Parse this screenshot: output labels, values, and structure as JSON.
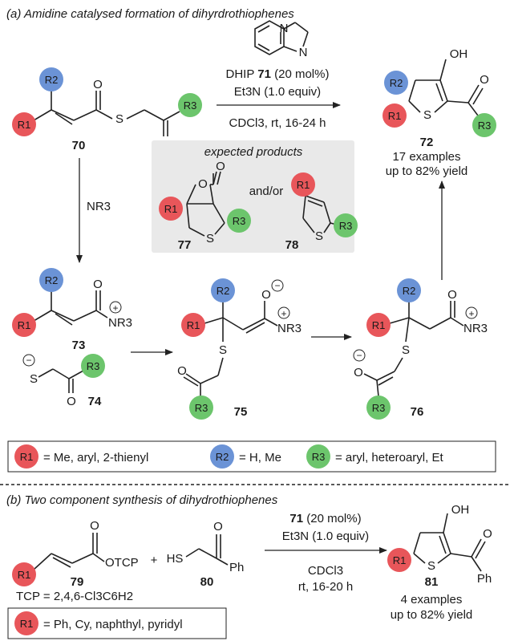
{
  "colors": {
    "r1": "#e8565a",
    "r2": "#6b93d6",
    "r3": "#6cc56c",
    "box": "#e9e9e9"
  },
  "part_a": {
    "title": "(a) Amidine catalysed formation of dihyrdrothiophenes",
    "reagents": {
      "catalyst_name": "DHIP",
      "catalyst_num": "71",
      "catalyst_load": "(20 mol%)",
      "base": "Et3N (1.0 equiv)",
      "conditions": "CDCl3, rt, 16-24 h"
    },
    "compounds": {
      "c70": "70",
      "c72": "72",
      "c73": "73",
      "c74": "74",
      "c75": "75",
      "c76": "76",
      "c77": "77",
      "c78": "78"
    },
    "product_info": {
      "examples": "17 examples",
      "yield": "up to 82% yield"
    },
    "expected": {
      "title": "expected products",
      "and_or": "and/or"
    },
    "nr3": "NR3",
    "legend": {
      "r1_def": "= Me, aryl, 2-thienyl",
      "r2_def": "= H, Me",
      "r3_def": "= aryl, heteroaryl, Et"
    }
  },
  "part_b": {
    "title": "(b) Two component synthesis of dihydrothiophenes",
    "reagents": {
      "catalyst_num": "71",
      "catalyst_load": "(20 mol%)",
      "base": "Et3N (1.0 equiv)",
      "solvent": "CDCl3",
      "conditions": "rt, 16-20 h"
    },
    "compounds": {
      "c79": "79",
      "c80": "80",
      "c81": "81"
    },
    "tcp_label": "OTCP",
    "tcp_def": "TCP = 2,4,6-Cl3C6H2",
    "plus": "+",
    "product_info": {
      "examples": "4 examples",
      "yield": "up to 82% yield"
    },
    "legend": {
      "r1_def": "= Ph, Cy, naphthyl, pyridyl"
    }
  },
  "atoms": {
    "S": "S",
    "O": "O",
    "OH": "OH",
    "N": "N",
    "HS": "HS",
    "Ph": "Ph",
    "plus_charge": "+",
    "minus_charge": "−"
  },
  "rgroups": {
    "r1": "R1",
    "r2": "R2",
    "r3": "R3"
  }
}
